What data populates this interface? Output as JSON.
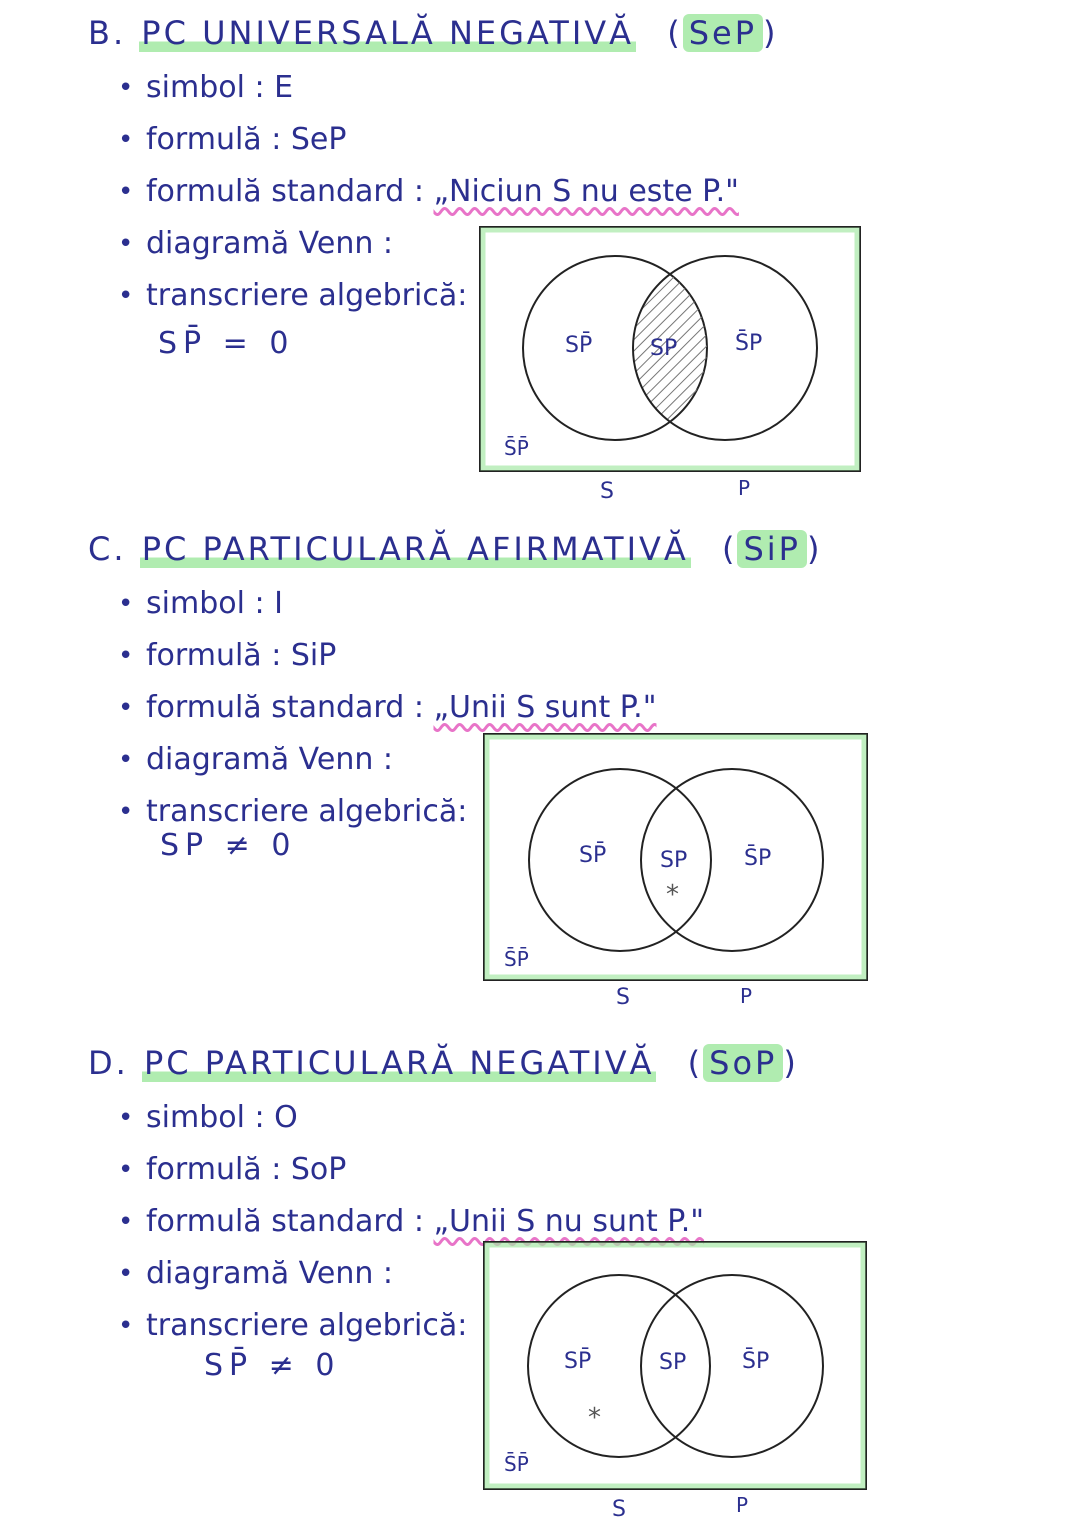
{
  "sections": [
    {
      "letter": "B.",
      "heading": "PC UNIVERSALĂ NEGATIVĂ",
      "code": "SeP",
      "bullets": [
        "simbol : E",
        "formulă : SeP",
        "formulă standard :",
        "diagramă Venn :",
        "transcriere algebrică:"
      ],
      "standard_quote": "„Niciun S nu este P.\"",
      "algebra": "SP̄̄ = 0",
      "venn": {
        "left": "SP̄",
        "middle": "SP",
        "right": "S̄P",
        "outside": "S̄P̄",
        "label_s": "S",
        "label_p": "P",
        "marking": "shaded-intersection"
      }
    },
    {
      "letter": "C.",
      "heading": "PC PARTICULARĂ AFIRMATIVĂ",
      "code": "SiP",
      "bullets": [
        "simbol : I",
        "formulă : SiP",
        "formulă standard :",
        "diagramă Venn :",
        "transcriere algebrică:"
      ],
      "standard_quote": "„Unii S sunt P.\"",
      "algebra": "SP ≠ 0",
      "venn": {
        "left": "SP̄",
        "middle": "SP",
        "right": "S̄P",
        "outside": "S̄P̄",
        "label_s": "S",
        "label_p": "P",
        "marking": "star-intersection"
      }
    },
    {
      "letter": "D.",
      "heading": "PC PARTICULARĂ NEGATIVĂ",
      "code": "SoP",
      "bullets": [
        "simbol : O",
        "formulă : SoP",
        "formulă standard :",
        "diagramă Venn :",
        "transcriere algebrică:"
      ],
      "standard_quote": "„Unii S nu sunt P.\"",
      "algebra": "SP̄ ≠ 0",
      "venn": {
        "left": "SP̄",
        "middle": "SP",
        "right": "S̄P",
        "outside": "S̄P̄",
        "label_s": "S",
        "label_p": "P",
        "marking": "star-left"
      }
    }
  ],
  "colors": {
    "ink": "#2b2f8f",
    "highlight": "#96e696",
    "wavy": "#e874c8",
    "diagram": "#2a2a2a"
  }
}
